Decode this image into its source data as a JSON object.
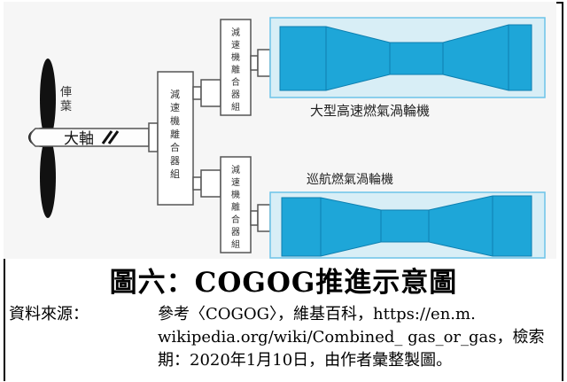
{
  "diagram": {
    "labels": {
      "propeller": "俥\n葉",
      "shaft": "大軸",
      "gearbox_main": "減速機離合器組",
      "gearbox_upper": "減速機離合器組",
      "gearbox_lower": "減速機離合器組",
      "turbine_large": "大型高速燃氣渦輪機",
      "turbine_cruise": "巡航燃氣渦輪機"
    },
    "colors": {
      "turbine_fill": "#1ea6d8",
      "turbine_outline": "#7fd0ef",
      "structure_outline": "#5a5a5a",
      "propeller": "#111111",
      "background": "#f6f6f6"
    }
  },
  "caption": {
    "title": "圖六：COGOG推進示意圖",
    "source_label": "資料來源：",
    "source_line1": "參考〈COGOG〉，維基百科，https://en.m.",
    "source_line2": "wikipedia.org/wiki/Combined_ gas_or_gas，檢索",
    "source_line3": "期：2020年1月10日，由作者彙整製圖。"
  }
}
